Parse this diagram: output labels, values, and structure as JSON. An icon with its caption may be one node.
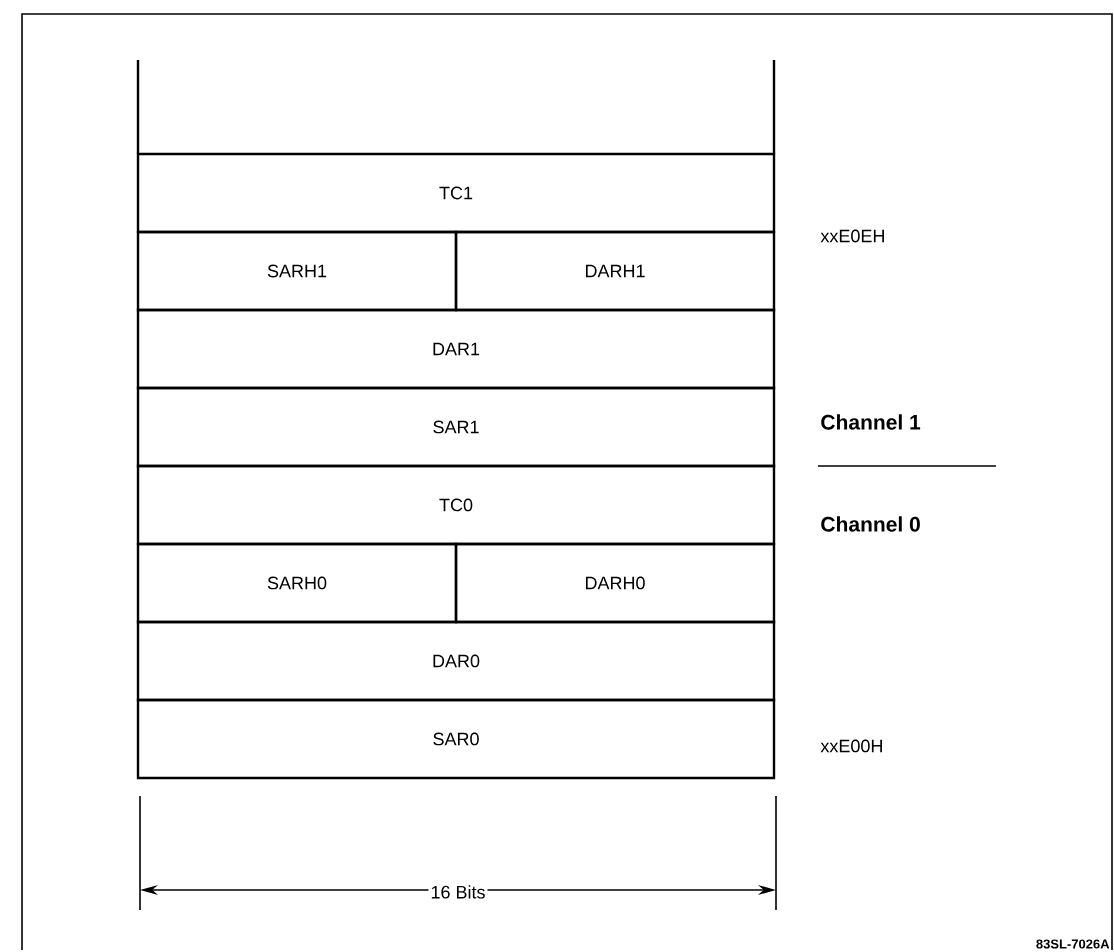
{
  "diagram": {
    "nodes": [
      {
        "text": [
          "TC1"
        ]
      },
      {
        "text": [
          "SARH1"
        ]
      },
      {
        "text": [
          "DARH1"
        ]
      },
      {
        "text": [
          "DAR1"
        ]
      },
      {
        "text": [
          "SAR1"
        ]
      },
      {
        "text": [
          "TC0"
        ]
      },
      {
        "text": [
          "SARH0"
        ]
      },
      {
        "text": [
          "DARH0"
        ]
      },
      {
        "text": [
          "DAR0"
        ]
      },
      {
        "text": [
          "SAR0"
        ]
      }
    ],
    "labels": [
      "xxE0EH",
      "Channel 1",
      "Channel 0",
      "xxE00H",
      "16 Bits",
      "83SL-7026A"
    ]
  }
}
